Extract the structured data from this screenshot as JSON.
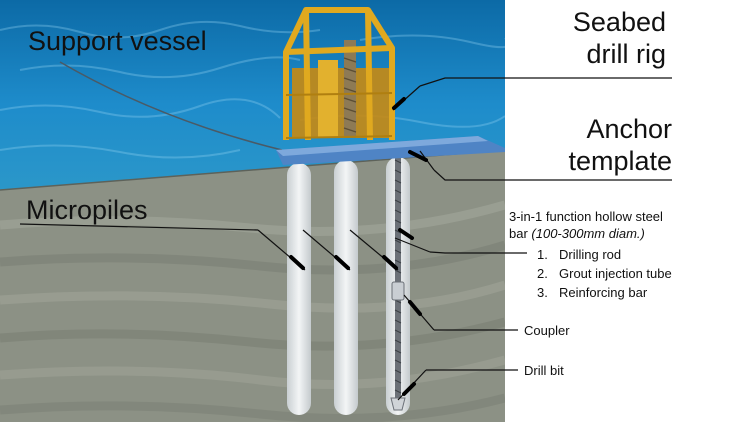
{
  "labels": {
    "support_vessel": "Support vessel",
    "seabed_line1": "Seabed",
    "seabed_line2": "drill rig",
    "anchor_line1": "Anchor",
    "anchor_line2": "template",
    "micropiles": "Micropiles",
    "bar_line1": "3-in-1 function hollow steel",
    "bar_line2_prefix": "bar ",
    "bar_line2_italic": "(100-300mm diam.)",
    "functions": [
      {
        "num": "1.",
        "text": "Drilling rod"
      },
      {
        "num": "2.",
        "text": "Grout injection tube"
      },
      {
        "num": "3.",
        "text": "Reinforcing bar"
      }
    ],
    "coupler": "Coupler",
    "drill_bit": "Drill bit"
  },
  "colors": {
    "water": "#1e86c2",
    "seabed": "#8c9185",
    "rig_frame": "#d9a21b",
    "template": "#4f84c5",
    "pile": "#e4e8ea"
  }
}
